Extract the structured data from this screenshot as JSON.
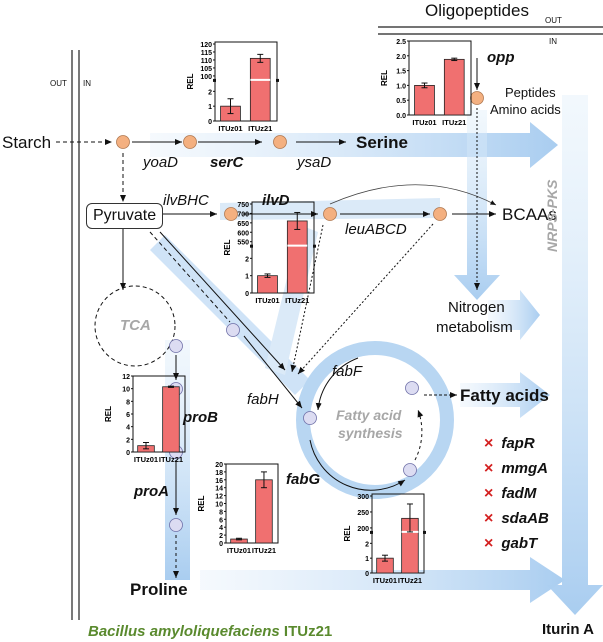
{
  "membrane": {
    "left": {
      "out": "OUT",
      "in": "IN"
    },
    "top": {
      "out": "OUT",
      "in": "IN"
    }
  },
  "metabolites": {
    "starch": "Starch",
    "pyruvate": "Pyruvate",
    "serine": "Serine",
    "bcaas": "BCAAs",
    "oligopeptides": "Oligopeptides",
    "peptides": "Peptides",
    "amino_acids": "Amino acids",
    "nitrogen1": "Nitrogen",
    "nitrogen2": "metabolism",
    "tca": "TCA",
    "fas1": "Fatty acid",
    "fas2": "synthesis",
    "fatty_acids": "Fatty acids",
    "proline": "Proline",
    "iturin": "Iturin A",
    "nrps": "NRPS-PKS"
  },
  "genes": {
    "yoaD": "yoaD",
    "serC": "serC",
    "ysaD": "ysaD",
    "ilvBHC": "ilvBHC",
    "ilvD": "ilvD",
    "leuABCD": "leuABCD",
    "opp": "opp",
    "fabH": "fabH",
    "fabF": "fabF",
    "fabG": "fabG",
    "proB": "proB",
    "proA": "proA"
  },
  "deleted_genes": [
    "fapR",
    "mmgA",
    "fadM",
    "sdaAB",
    "gabT"
  ],
  "deleted_marker": "×",
  "organism": {
    "species": "Bacillus amyloliquefaciens",
    "strain": "ITUz21"
  },
  "colors": {
    "bar": "#f07070",
    "node_orange": "#f4b080",
    "node_blue": "#dcdcf2",
    "flow": "#b8d6f2",
    "deleted": "#d42020",
    "organism": "#5a8a2e"
  },
  "chart_data": [
    {
      "type": "bar",
      "gene": "serC",
      "ylabel": "REL",
      "categories": [
        "ITUz01",
        "ITUz21"
      ],
      "values": [
        1.0,
        111
      ],
      "errors": [
        0.5,
        2.5
      ],
      "broken_axis": true,
      "lower_ticks": [
        0,
        1,
        2
      ],
      "upper_ticks": [
        100,
        105,
        110,
        115,
        120
      ]
    },
    {
      "type": "bar",
      "gene": "opp",
      "ylabel": "REL",
      "categories": [
        "ITUz01",
        "ITUz21"
      ],
      "values": [
        1.0,
        1.88
      ],
      "errors": [
        0.08,
        0.04
      ],
      "ylim": [
        0,
        2.5
      ],
      "ticks": [
        "0.0",
        "0.5",
        "1.0",
        "1.5",
        "2.0",
        "2.5"
      ]
    },
    {
      "type": "bar",
      "gene": "ilvD",
      "ylabel": "REL",
      "categories": [
        "ITUz01",
        "ITUz21"
      ],
      "values": [
        1.0,
        660
      ],
      "errors": [
        0.1,
        45
      ],
      "broken_axis": true,
      "lower_ticks": [
        0,
        1,
        2
      ],
      "upper_ticks": [
        550,
        600,
        650,
        700,
        750
      ]
    },
    {
      "type": "bar",
      "gene": "proB",
      "ylabel": "REL",
      "categories": [
        "ITUz01",
        "ITUz21"
      ],
      "values": [
        1.0,
        10.3
      ],
      "errors": [
        0.5,
        0.1
      ],
      "ylim": [
        0,
        12
      ],
      "ticks": [
        0,
        2,
        4,
        6,
        8,
        10,
        12
      ]
    },
    {
      "type": "bar",
      "gene": "proA",
      "ylabel": "REL",
      "categories": [
        "ITUz01",
        "ITUz21"
      ],
      "values": [
        1.0,
        16
      ],
      "errors": [
        0.2,
        2
      ],
      "ylim": [
        0,
        20
      ],
      "ticks": [
        0,
        2,
        4,
        6,
        8,
        10,
        12,
        14,
        16,
        18,
        20
      ]
    },
    {
      "type": "bar",
      "gene": "fabG",
      "ylabel": "REL",
      "categories": [
        "ITUz01",
        "ITUz21"
      ],
      "values": [
        1.0,
        230
      ],
      "errors": [
        0.2,
        45
      ],
      "broken_axis": true,
      "lower_ticks": [
        0,
        1,
        2
      ],
      "upper_ticks": [
        200,
        250,
        300
      ]
    }
  ]
}
